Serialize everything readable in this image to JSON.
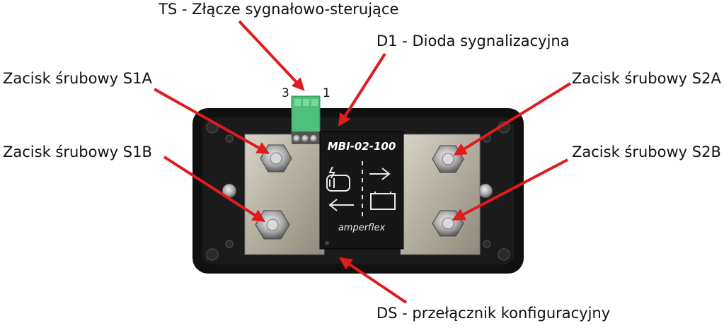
{
  "labels": {
    "ts": "TS - Złącze sygnałowo-sterujące",
    "d1": "D1 - Dioda sygnalizacyjna",
    "s1a": "Zacisk śrubowy S1A",
    "s1b": "Zacisk śrubowy S1B",
    "s2a": "Zacisk śrubowy S2A",
    "s2b": "Zacisk śrubowy S2B",
    "ds": "DS - przełącznik konfiguracyjny"
  },
  "connector": {
    "pin_left": "3",
    "pin_right": "1"
  },
  "module": {
    "model": "MBI-02-100",
    "brand": "amperflex"
  },
  "colors": {
    "arrow": "#e01b1b",
    "housing": "#111111",
    "busbar": "#b9b4a8",
    "connector": "#4fc07a",
    "label_panel": "#161616"
  },
  "icons": [
    "alternator-icon",
    "battery-icon",
    "arrow-right-icon",
    "arrow-left-icon"
  ]
}
